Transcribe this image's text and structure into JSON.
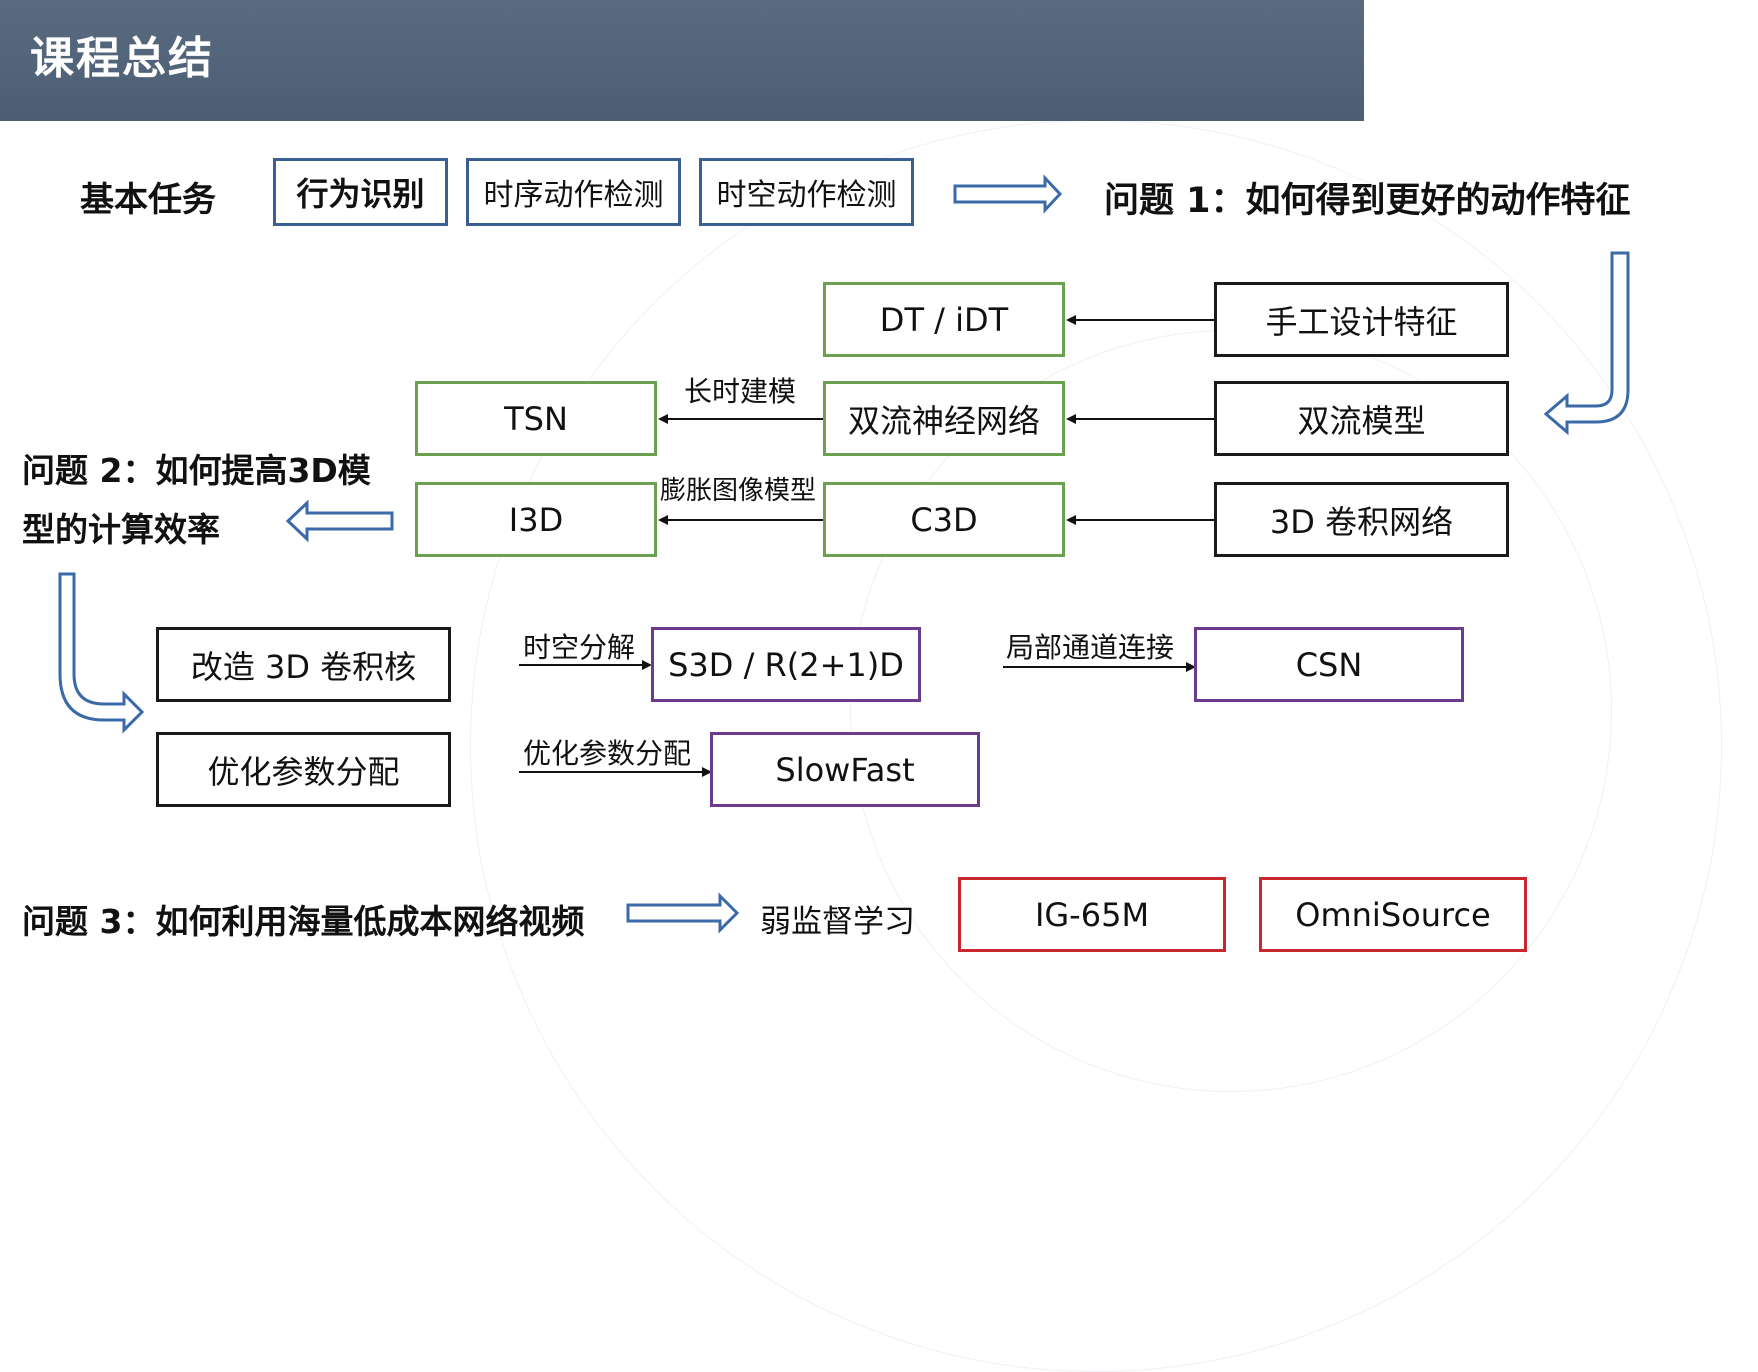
{
  "header": {
    "title": "课程总结"
  },
  "row1": {
    "label": "基本任务",
    "tasks": [
      "行为识别",
      "时序动作检测",
      "时空动作检测"
    ],
    "question1": "问题 1：如何得到更好的动作特征"
  },
  "features": {
    "handcrafted": "手工设计特征",
    "two_stream": "双流模型",
    "conv3d": "3D 卷积网络"
  },
  "models": {
    "dt_idt": "DT / iDT",
    "two_stream_net": "双流神经网络",
    "c3d": "C3D",
    "tsn": "TSN",
    "i3d": "I3D"
  },
  "edge_labels": {
    "long_term": "长时建模",
    "inflate": "膨胀图像模型"
  },
  "question2": {
    "line1": "问题 2：如何提高3D模",
    "line2": "型的计算效率"
  },
  "efficiency": {
    "modify_kernel": "改造 3D 卷积核",
    "optimize_params": "优化参数分配",
    "decompose_label": "时空分解",
    "s3d": "S3D / R(2+1)D",
    "local_channel_label": "局部通道连接",
    "csn": "CSN",
    "optimize_label": "优化参数分配",
    "slowfast": "SlowFast"
  },
  "question3": {
    "text": "问题 3：如何利用海量低成本网络视频",
    "weak_label": "弱监督学习",
    "ig65m": "IG-65M",
    "omnisource": "OmniSource"
  },
  "colors": {
    "header": "#4c5e74",
    "blue": "#3b5f93",
    "green": "#6aa04f",
    "purple": "#6a3b8f",
    "red": "#c8282d",
    "arrow_outline": "#3b6aa8"
  }
}
